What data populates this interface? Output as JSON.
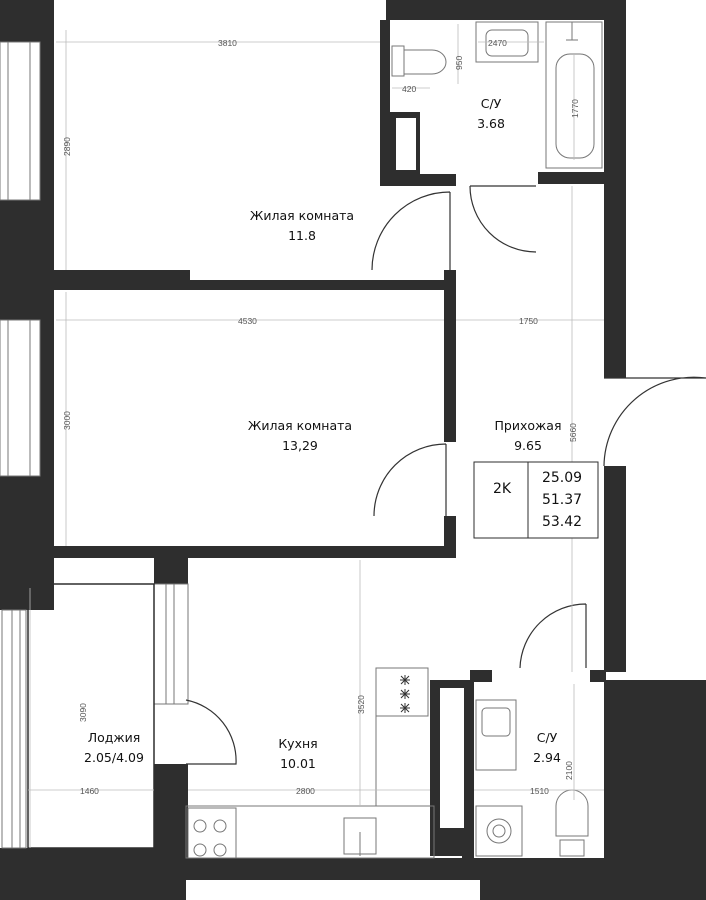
{
  "rooms": {
    "bathroom_top": {
      "name": "С/У",
      "area": "3.68"
    },
    "bedroom_1": {
      "name": "Жилая комната",
      "area": "11.8"
    },
    "bedroom_2": {
      "name": "Жилая комната",
      "area": "13,29"
    },
    "hallway": {
      "name": "Прихожая",
      "area": "9.65"
    },
    "loggia": {
      "name": "Лоджия",
      "area": "2.05/4.09"
    },
    "kitchen": {
      "name": "Кухня",
      "area": "10.01"
    },
    "bathroom_bottom": {
      "name": "С/У",
      "area": "2.94"
    }
  },
  "summary": {
    "type": "2K",
    "area_living": "25.09",
    "area_total": "51.37",
    "area_with_loggia": "53.42"
  },
  "dimensions": {
    "d3810": "3810",
    "d2470": "2470",
    "d950": "950",
    "d420": "420",
    "d1770": "1770",
    "d2890": "2890",
    "d4530": "4530",
    "d1750": "1750",
    "d3000": "3000",
    "d5660": "5660",
    "d3090": "3090",
    "d3520": "3520",
    "d1460": "1460",
    "d2800": "2800",
    "d1510": "1510",
    "d2100": "2100"
  },
  "colors": {
    "wall": "#2e2e2e",
    "fixture": "#777777",
    "dimension_line": "#bbbbbb"
  }
}
